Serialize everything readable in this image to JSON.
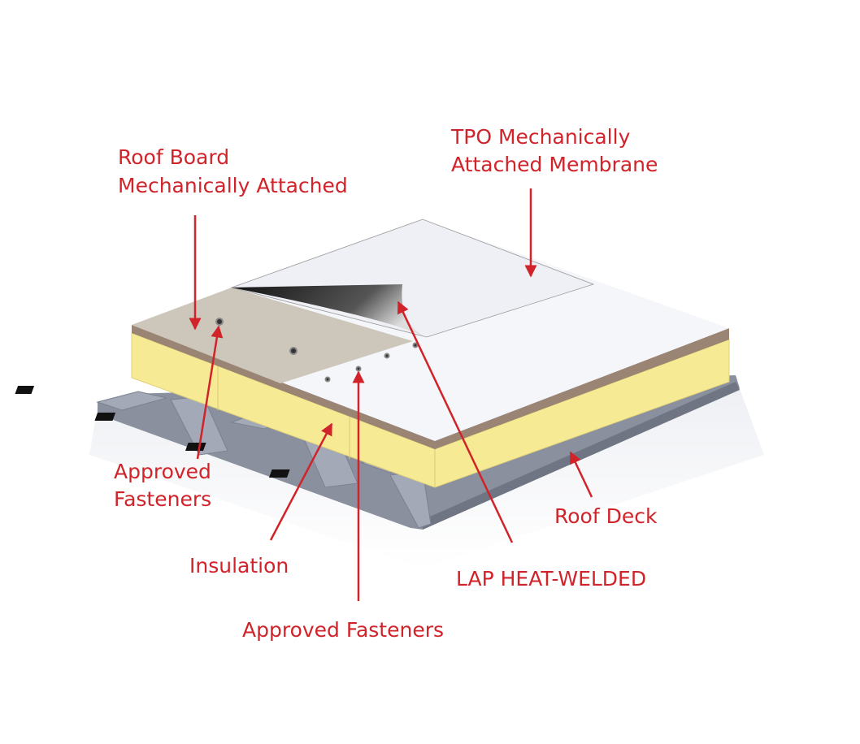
{
  "colors": {
    "label_red": "#d1232a",
    "membrane_white": "#f3f4f8",
    "roof_board_tan": "#cdc7bb",
    "board_edge_brown": "#9a8473",
    "insulation_yellow": "#f7ea94",
    "deck_gray": "#8a909e"
  },
  "labels": {
    "tpo_line1": "TPO Mechanically",
    "tpo_line2": "Attached Membrane",
    "roof_board_line1": "Roof Board",
    "roof_board_line2": "Mechanically Attached",
    "approved_fasteners_left_line1": "Approved",
    "approved_fasteners_left_line2": "Fasteners",
    "insulation": "Insulation",
    "approved_fasteners_bottom": "Approved Fasteners",
    "lap_heat_welded": "LAP HEAT-WELDED",
    "roof_deck": "Roof Deck"
  }
}
